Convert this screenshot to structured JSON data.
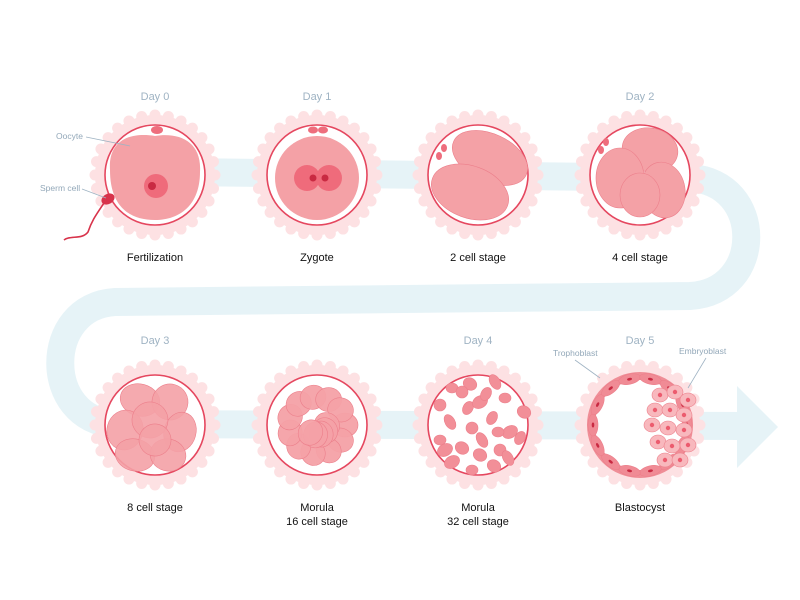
{
  "colors": {
    "ribbon": "#e6f3f7",
    "zona": "#fde1e3",
    "membrane": "#e5475f",
    "cytoplasm": "#f4a1a6",
    "cell": "#f28f98",
    "nucleus": "#e24b5f",
    "nucleolus": "#c92a42",
    "day_text": "#9fb3c3"
  },
  "stages": [
    {
      "day": "Day 0",
      "label": "Fertilization"
    },
    {
      "day": "Day 1",
      "label": "Zygote"
    },
    {
      "day": "",
      "label": "2 cell stage"
    },
    {
      "day": "Day 2",
      "label": "4 cell stage"
    },
    {
      "day": "Day 3",
      "label": "8 cell stage"
    },
    {
      "day": "",
      "label": "Morula",
      "label2": "16 cell stage"
    },
    {
      "day": "Day 4",
      "label": "Morula",
      "label2": "32 cell stage"
    },
    {
      "day": "Day 5",
      "label": "Blastocyst"
    }
  ],
  "annotations": {
    "oocyte": "Oocyte",
    "sperm": "Sperm cell",
    "trophoblast": "Trophoblast",
    "embryoblast": "Embryoblast"
  }
}
